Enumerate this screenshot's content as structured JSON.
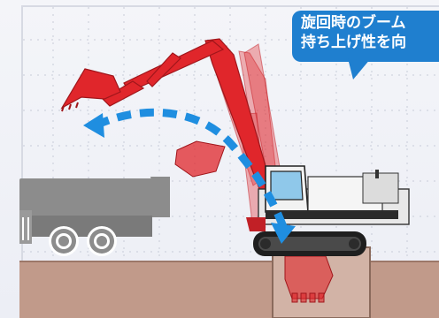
{
  "callout": {
    "line1": "旋回時のブーム",
    "line2": "持ち上げ性を向"
  },
  "colors": {
    "excavator_red": "#e0262b",
    "ground": "#c19a8a",
    "truck_gray": "#8a8a8a",
    "arrow_blue": "#1f8ee0",
    "callout_blue": "#1f7fcf"
  },
  "icons": [
    "excavator",
    "dump-truck",
    "swing-arrow"
  ]
}
